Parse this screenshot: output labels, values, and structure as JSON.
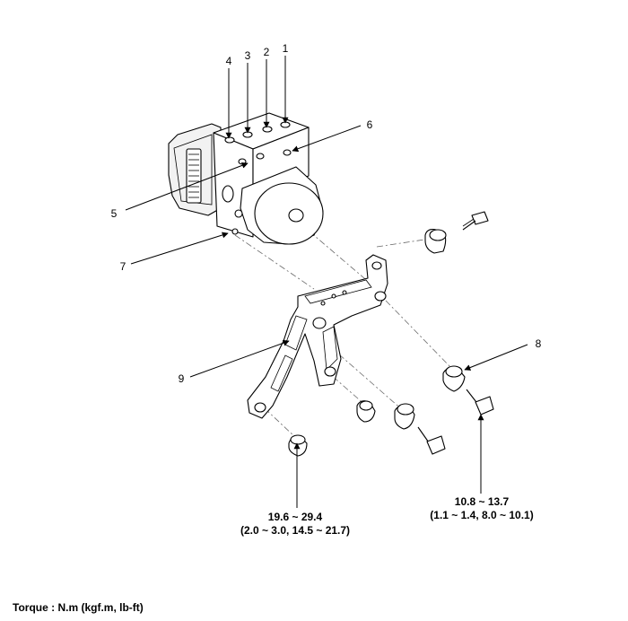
{
  "callouts": {
    "c1": "1",
    "c2": "2",
    "c3": "3",
    "c4": "4",
    "c5": "5",
    "c6": "6",
    "c7": "7",
    "c8": "8",
    "c9": "9"
  },
  "torque_left": {
    "line1": "19.6 ~ 29.4",
    "line2": "(2.0 ~ 3.0, 14.5 ~ 21.7)"
  },
  "torque_right": {
    "line1": "10.8 ~ 13.7",
    "line2": "(1.1 ~ 1.4, 8.0 ~ 10.1)"
  },
  "footer": {
    "torque_unit": "Torque : N.m (kgf.m, lb-ft)"
  }
}
